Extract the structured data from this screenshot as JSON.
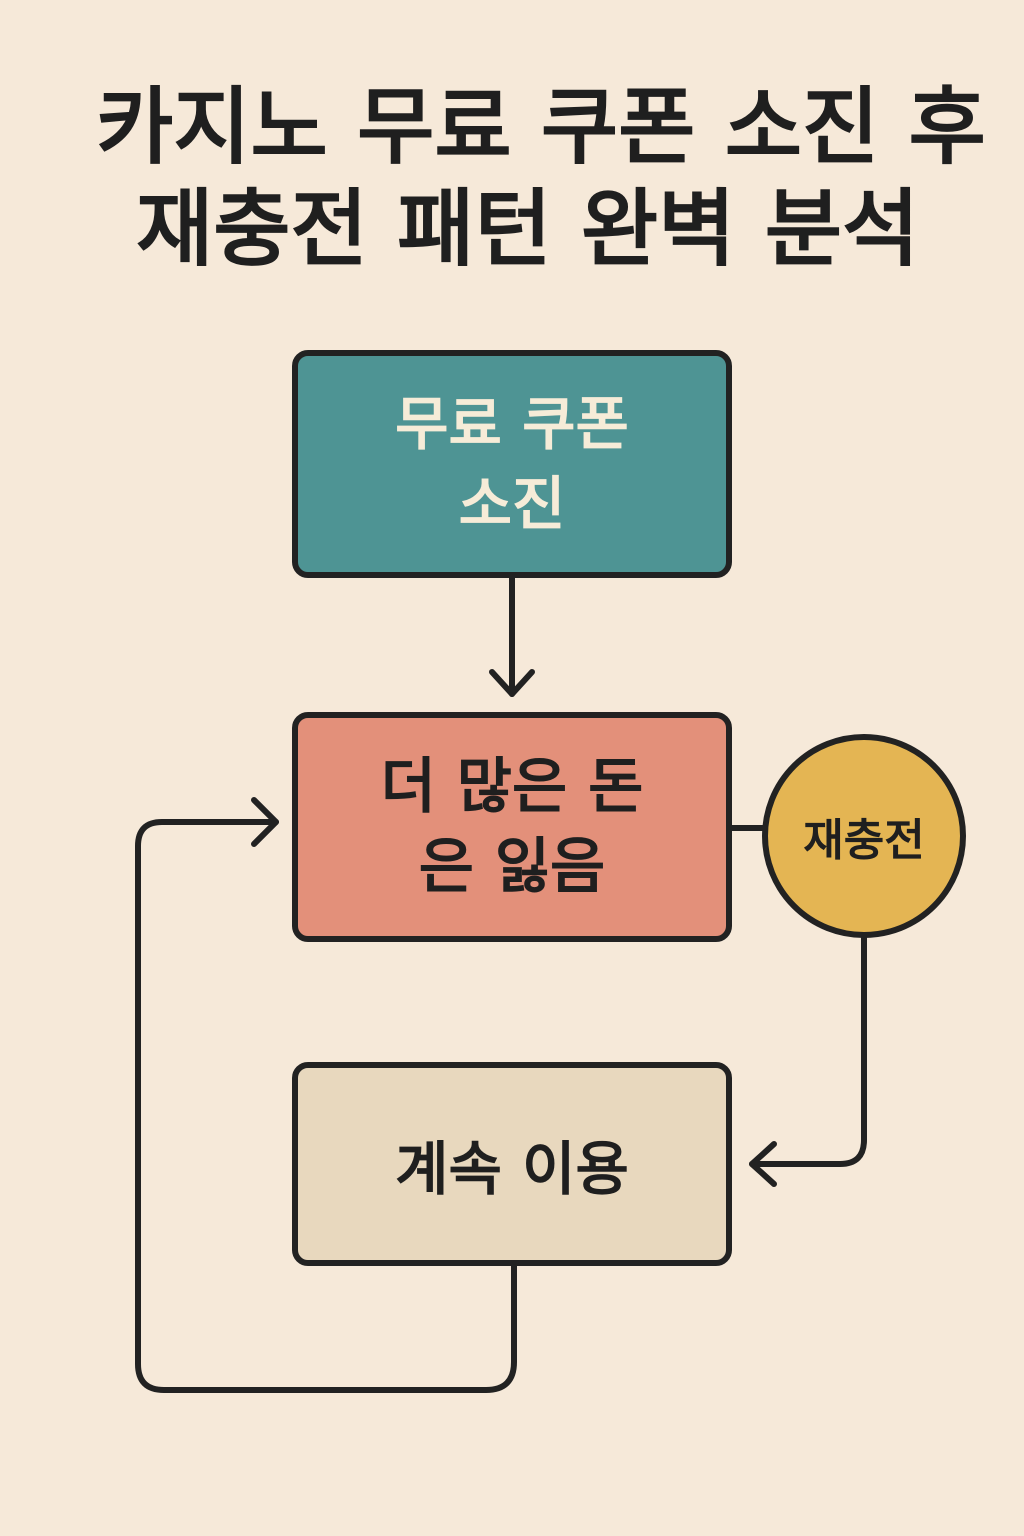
{
  "title": {
    "line1": "카지노 무료 쿠폰 소진 후",
    "line2": "재충전 패턴 완벽 분석"
  },
  "nodes": {
    "coupon_exhausted": "무료 쿠폰\n소진",
    "lose_more": "더 많은 돈\n은 잃음",
    "recharge": "재충전",
    "continue_use": "계속 이용"
  },
  "colors": {
    "background": "#f6e9d9",
    "coupon_box": "#4e9494",
    "lose_box": "#e3907a",
    "recharge_circle": "#e4b553",
    "continue_box": "#e8d8be",
    "stroke": "#222222"
  }
}
